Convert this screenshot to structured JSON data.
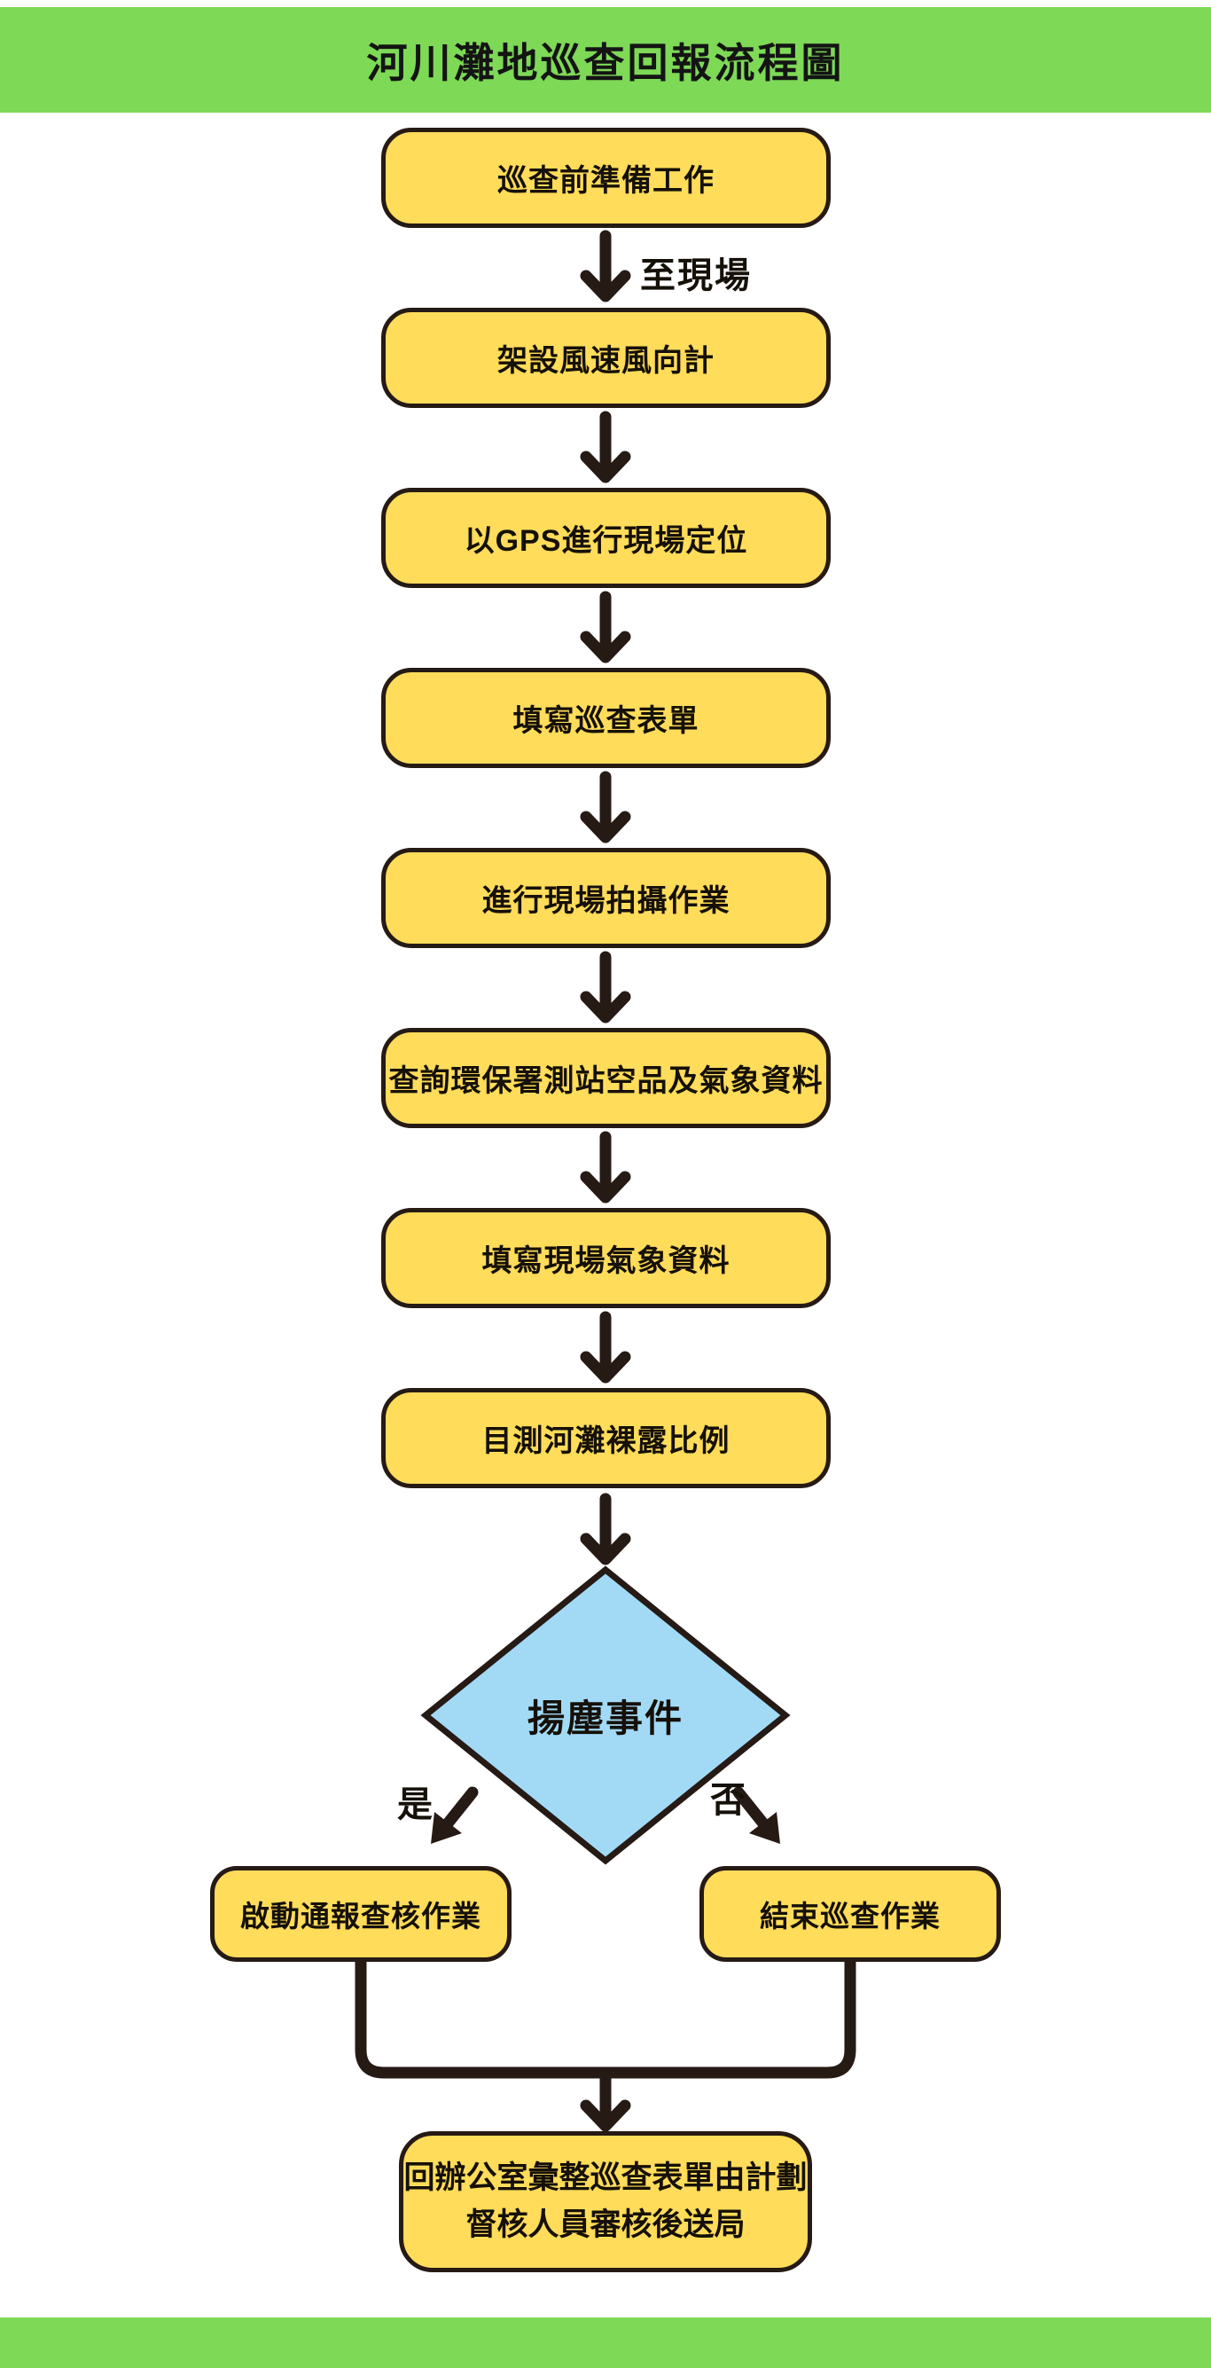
{
  "title": "河川灘地巡查回報流程圖",
  "steps": [
    "巡查前準備工作",
    "架設風速風向計",
    "以GPS進行現場定位",
    "填寫巡查表單",
    "進行現場拍攝作業",
    "查詢環保署測站空品及氣象資料",
    "填寫現場氣象資料",
    "目測河灘裸露比例"
  ],
  "transition_label": "至現場",
  "decision": {
    "label": "揚塵事件",
    "yes_label": "是",
    "no_label": "否"
  },
  "branches": {
    "yes": "啟動通報查核作業",
    "no": "結束巡查作業"
  },
  "final": {
    "line1": "回辦公室彙整巡查表單由計劃",
    "line2": "督核人員審核後送局"
  },
  "colors": {
    "header_green": "#7ED957",
    "box_yellow": "#FFDC5A",
    "diamond_blue": "#A2DAF6",
    "stroke_dark": "#261A15"
  }
}
